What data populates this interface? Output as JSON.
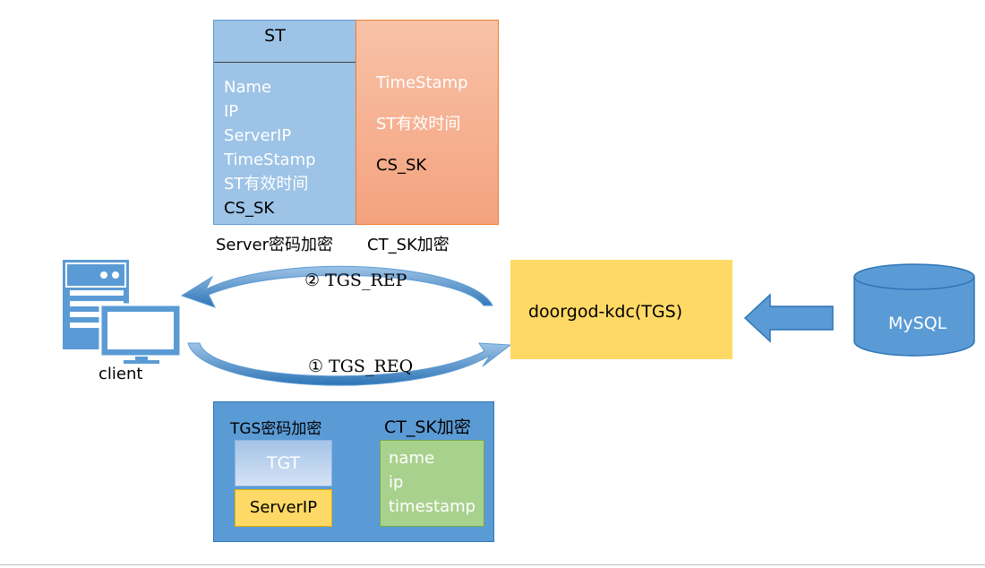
{
  "service_ticket": {
    "title": "ST",
    "fields": [
      "Name",
      "IP",
      "ServerIP",
      "TimeStamp",
      "ST有效时间",
      "CS_SK"
    ],
    "caption": "Server密码加密"
  },
  "ctsk_reply": {
    "fields": [
      "TimeStamp",
      "ST有效时间",
      "CS_SK"
    ],
    "caption": "CT_SK加密"
  },
  "arrows": {
    "rep_label": "② TGS_REP",
    "req_label": "① TGS_REQ"
  },
  "client": {
    "label": "client",
    "icon": "server-computer-icon"
  },
  "kdc": {
    "label": "doorgod-kdc(TGS)"
  },
  "database": {
    "label": "MySQL",
    "icon": "database-cylinder-icon"
  },
  "request_packet": {
    "tgs_caption": "TGS密码加密",
    "tgt_label": "TGT",
    "serverip_label": "ServerIP",
    "ctsk_caption": "CT_SK加密",
    "ctsk_fields": [
      "name",
      "ip",
      "timestamp"
    ]
  },
  "colors": {
    "blue": "#5b9bd5",
    "light_blue": "#9dc3e6",
    "orange": "#f4a27e",
    "yellow": "#ffd966",
    "green": "#a9d18e"
  }
}
